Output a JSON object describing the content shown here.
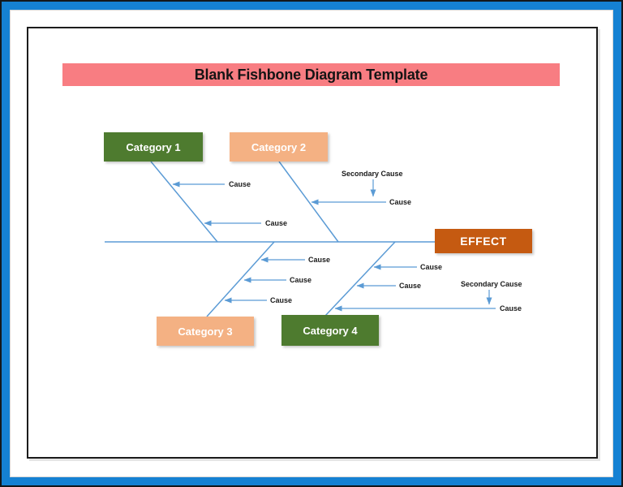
{
  "title": {
    "text": "Blank Fishbone Diagram Template"
  },
  "diagram": {
    "type": "fishbone",
    "effect_label": "EFFECT",
    "branches": [
      {
        "category": "Category 1",
        "position": "top-left",
        "causes": [
          "Cause",
          "Cause"
        ]
      },
      {
        "category": "Category 2",
        "position": "top-right",
        "causes": [
          "Cause"
        ],
        "secondary_cause": "Secondary Cause"
      },
      {
        "category": "Category 3",
        "position": "bottom-left",
        "causes": [
          "Cause",
          "Cause",
          "Cause"
        ]
      },
      {
        "category": "Category 4",
        "position": "bottom-right",
        "causes": [
          "Cause",
          "Cause",
          "Cause"
        ],
        "secondary_cause": "Secondary Cause"
      }
    ]
  },
  "colors": {
    "frame_blue": "#1581D3",
    "banner_pink": "#F87D82",
    "category_green": "#4E7B2F",
    "category_peach": "#F4B183",
    "effect_orange": "#C55A11",
    "line_blue": "#5B9BD5"
  }
}
